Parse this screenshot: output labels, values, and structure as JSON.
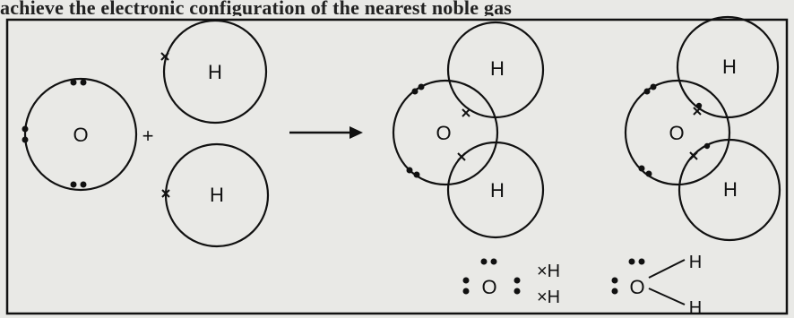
{
  "header_text": "achieve the electronic configuration of the nearest noble gas",
  "atoms": {
    "oxygen": "O",
    "hydrogen": "H"
  },
  "operators": {
    "plus": "+"
  },
  "lewis": {
    "left": {
      "center": "O",
      "h1": "×H",
      "h2": "×H"
    },
    "right": {
      "center": "O",
      "h1": "H",
      "h2": "H"
    }
  }
}
